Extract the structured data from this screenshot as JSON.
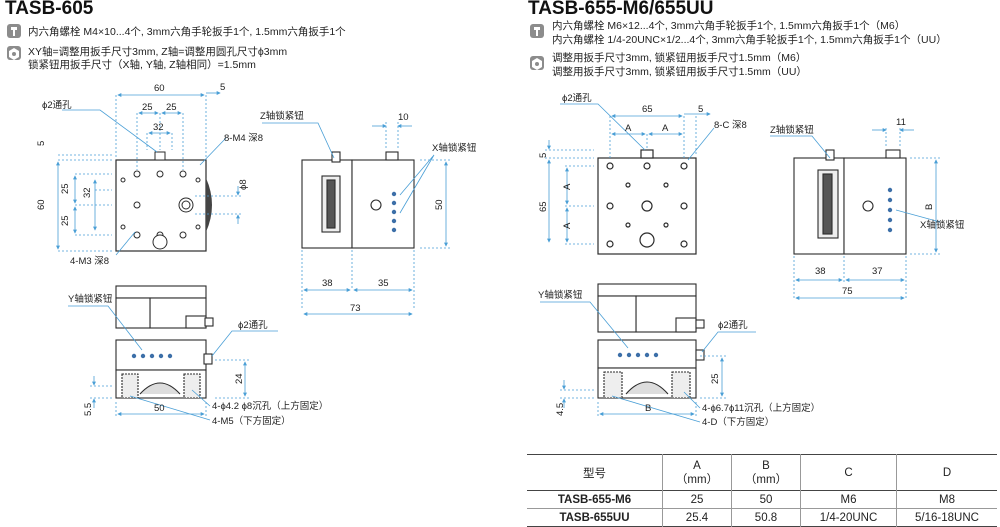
{
  "left": {
    "title": "TASB-605",
    "notes": [
      "内六角螺栓 M4×10...4个, 3mm六角手轮扳手1个, 1.5mm六角扳手1个",
      "XY轴=调整用扳手尺寸3mm, Z轴=调整用圆孔尺寸ϕ3mm",
      "锁紧钮用扳手尺寸（X轴, Y轴, Z轴相同）=1.5mm"
    ],
    "labels": {
      "dim_60_top": "60",
      "dim_25a": "25",
      "dim_25b": "25",
      "dim_32_top": "32",
      "dim_5": "5",
      "hole_phi2": "ϕ2通孔",
      "tap_m4": "8-M4 深8",
      "dim_5_left": "5",
      "dim_60_side": "60",
      "dim_25_l1": "25",
      "dim_32_side": "32",
      "dim_25_l2": "25",
      "dim_phi8": "ϕ8",
      "tap_m3": "4-M3 深8",
      "z_lock": "Z轴锁紧钮",
      "dim_10": "10",
      "x_lock": "X轴锁紧钮",
      "dim_50_side": "50",
      "dim_38": "38",
      "dim_35": "35",
      "dim_73": "73",
      "y_lock": "Y轴锁紧钮",
      "hole_phi2_b": "ϕ2通孔",
      "dim_24": "24",
      "dim_5_5": "5.5",
      "dim_50_bot": "50",
      "cbore": "4-ϕ4.2  ϕ8沉孔（上方固定）",
      "m5": "4-M5（下方固定）"
    }
  },
  "right": {
    "title": "TASB-655-M6/655UU",
    "notes_a": [
      "内六角螺栓 M6×12...4个, 3mm六角手轮扳手1个, 1.5mm六角扳手1个（M6）",
      "内六角螺栓 1/4-20UNC×1/2...4个, 3mm六角手轮扳手1个, 1.5mm六角扳手1个（UU）"
    ],
    "notes_b": [
      "调整用扳手尺寸3mm, 锁紧钮用扳手尺寸1.5mm（M6）",
      "调整用扳手尺寸3mm, 锁紧钮用扳手尺寸1.5mm（UU）"
    ],
    "labels": {
      "hole_phi2": "ϕ2通孔",
      "dim_65_top": "65",
      "dim_5": "5",
      "dim_A1": "A",
      "dim_A2": "A",
      "tap_c": "8-C 深8",
      "dim_5_left": "5",
      "dim_65_side": "65",
      "dim_A_l1": "A",
      "dim_A_l2": "A",
      "z_lock": "Z轴锁紧钮",
      "dim_11": "11",
      "dim_B_side": "B",
      "x_lock": "X轴锁紧钮",
      "dim_38": "38",
      "dim_37": "37",
      "dim_75": "75",
      "y_lock": "Y轴锁紧钮",
      "hole_phi2_b": "ϕ2通孔",
      "dim_25": "25",
      "dim_4_5": "4.5",
      "dim_B_bot": "B",
      "cbore": "4-ϕ6.7ϕ11沉孔（上方固定）",
      "d_tap": "4-D（下方固定）"
    }
  },
  "table": {
    "headers": [
      "型号",
      "A\n（mm）",
      "B\n（mm）",
      "C",
      "D"
    ],
    "rows": [
      [
        "TASB-655-M6",
        "25",
        "50",
        "M6",
        "M8"
      ],
      [
        "TASB-655UU",
        "25.4",
        "50.8",
        "1/4-20UNC",
        "5/16-18UNC"
      ]
    ]
  },
  "colors": {
    "dim": "#4a9fd6",
    "body": "#2b2b2b",
    "badge": "#8c8c8c"
  }
}
